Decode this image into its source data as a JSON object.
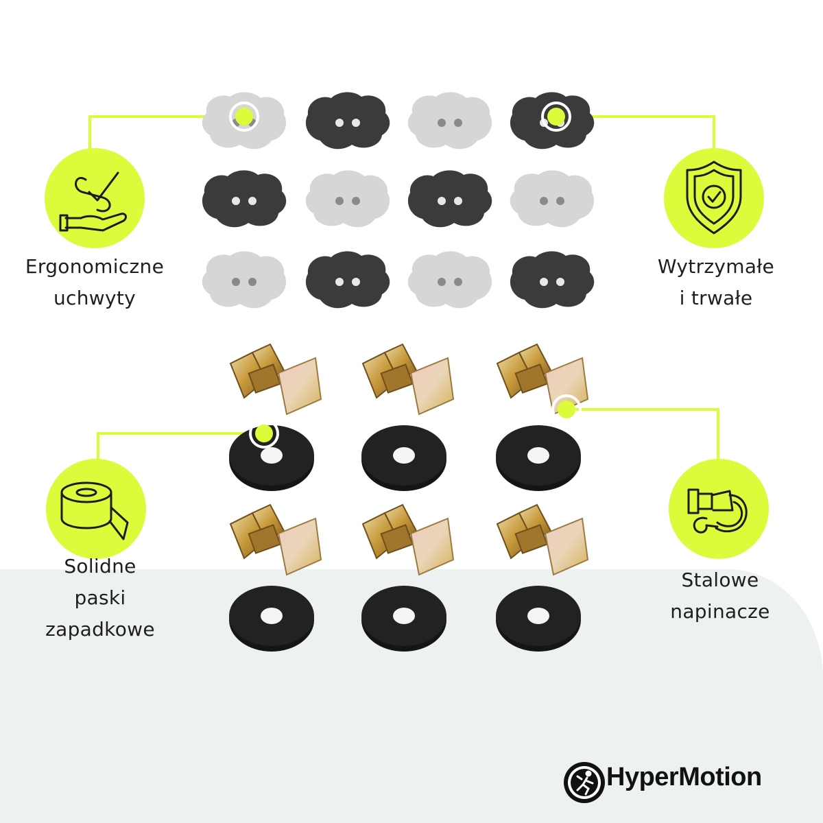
{
  "colors": {
    "accent": "#dcfb3a",
    "background_band": "#eef1f1",
    "dark_hold": "#3a3b3d",
    "light_hold": "#d6d6d6",
    "strap": "#151515",
    "buckle_metal": "#c99a3c"
  },
  "features": [
    {
      "id": "ergonomic",
      "icon": "hand-with-checkmark-icon",
      "lines": [
        "Ergonomiczne",
        "uchwyty"
      ]
    },
    {
      "id": "durable",
      "icon": "shield-check-icon",
      "lines": [
        "Wytrzymałe",
        "i trwałe"
      ]
    },
    {
      "id": "straps",
      "icon": "tape-roll-icon",
      "lines": [
        "Solidne",
        "paski",
        "zapadkowe"
      ]
    },
    {
      "id": "tensioners",
      "icon": "ratchet-strap-icon",
      "lines": [
        "Stalowe",
        "napinacze"
      ]
    }
  ],
  "products": {
    "holds": [
      [
        "light",
        "dark",
        "light",
        "dark"
      ],
      [
        "dark",
        "light",
        "dark",
        "light"
      ],
      [
        "light",
        "dark",
        "light",
        "dark"
      ]
    ],
    "ratchet_strap_count": 6
  },
  "brand": {
    "name": "HyperMotion"
  }
}
